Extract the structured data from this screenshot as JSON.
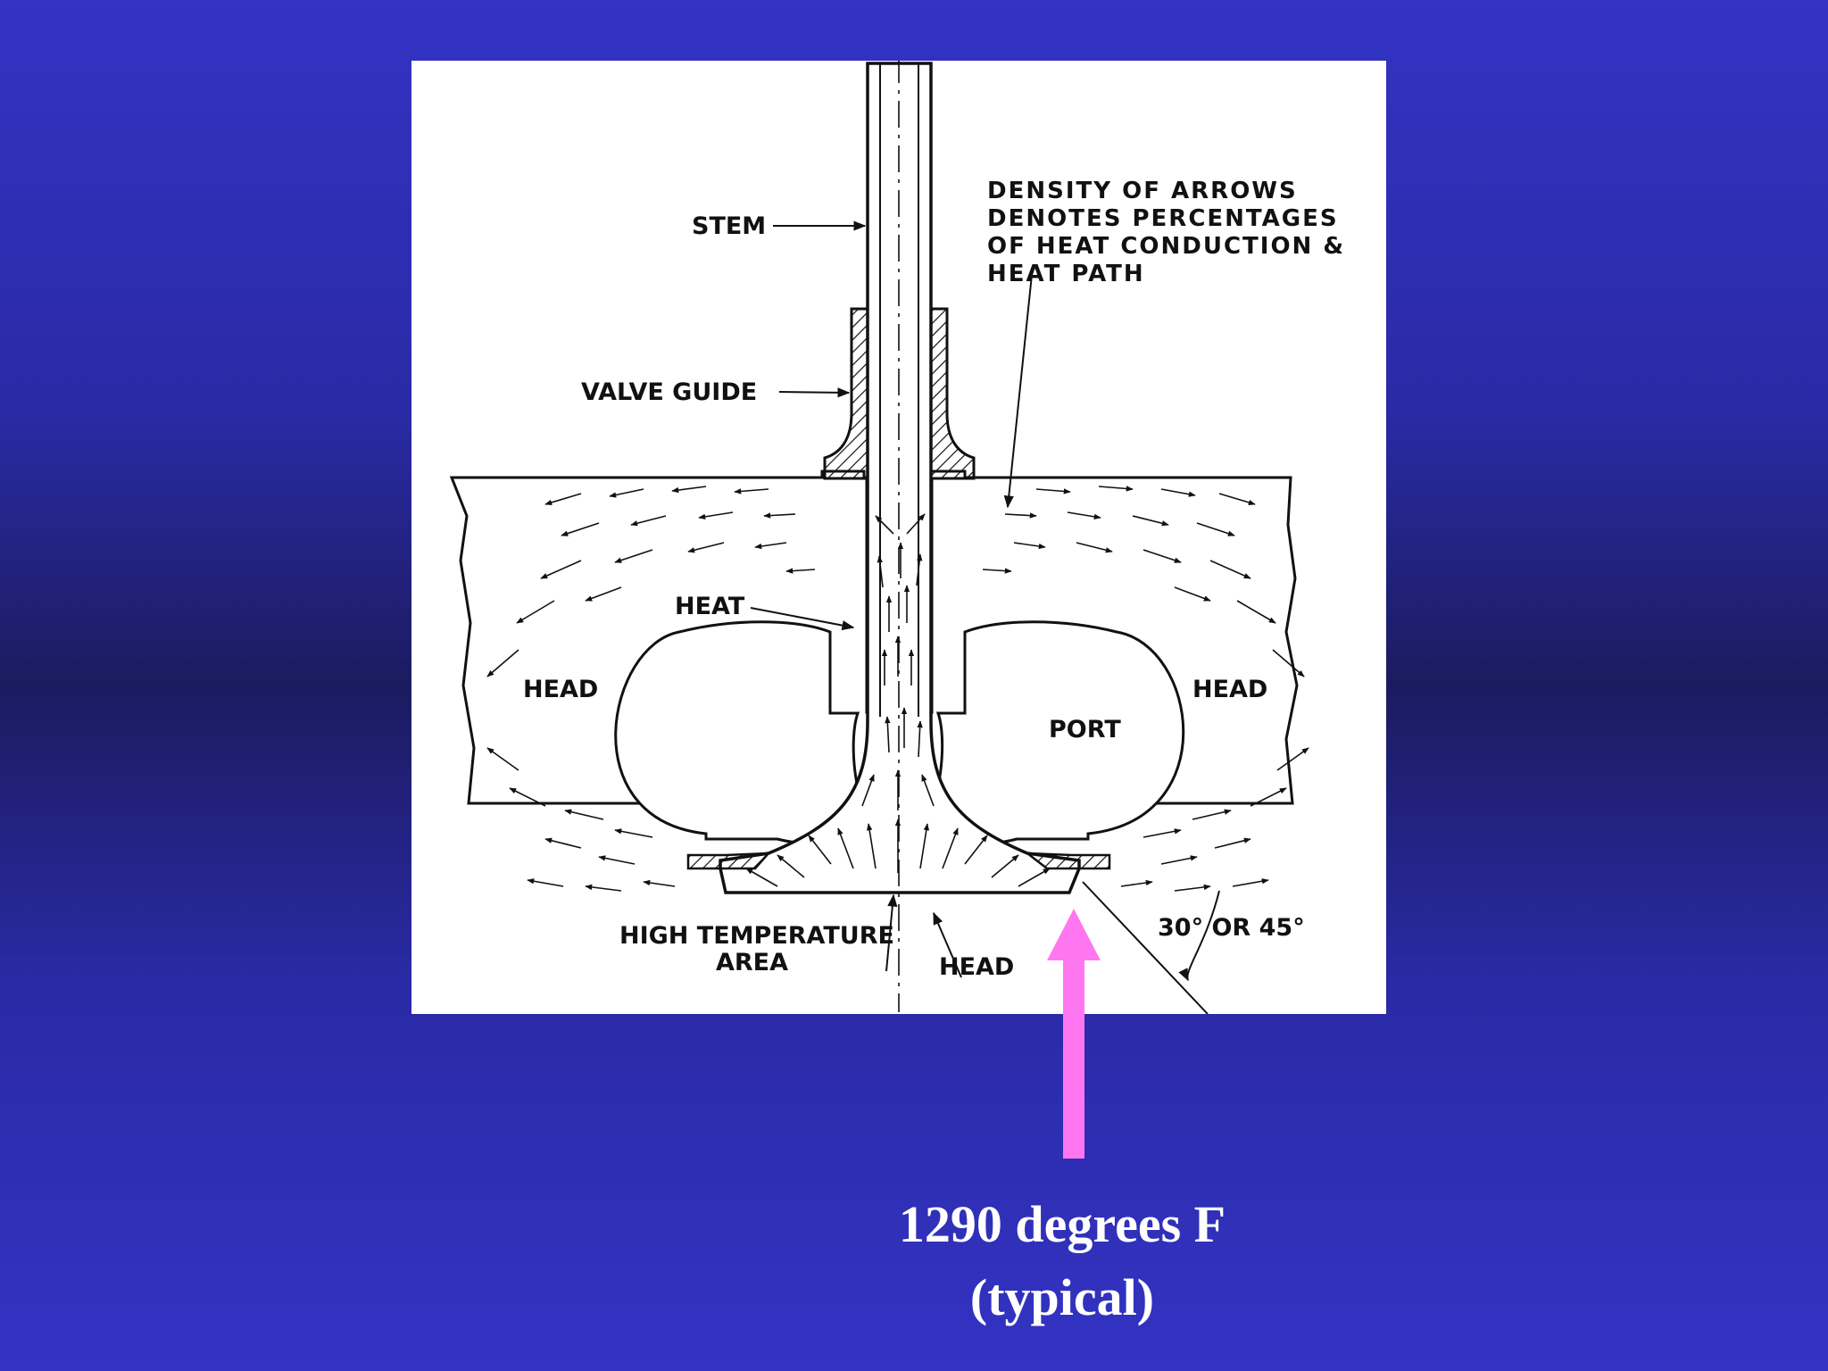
{
  "diagram": {
    "labels": {
      "stem": "STEM",
      "valve_guide": "VALVE GUIDE",
      "density_line1": "DENSITY OF ARROWS",
      "density_line2": "DENOTES PERCENTAGES",
      "density_line3": "OF HEAT CONDUCTION &",
      "density_line4": "HEAT PATH",
      "heat": "HEAT",
      "head_left": "HEAD",
      "head_right": "HEAD",
      "port": "PORT",
      "high_temp_line1": "HIGH TEMPERATURE",
      "high_temp_line2": "AREA",
      "head_bottom": "HEAD",
      "angle": "30° OR 45°"
    }
  },
  "caption": {
    "line1": "1290 degrees F",
    "line2": "(typical)"
  },
  "colors": {
    "background_top": "#3333c4",
    "background_middle": "#1b1b60",
    "highlight_arrow": "#ff77f0",
    "caption_text": "#ffffff"
  }
}
